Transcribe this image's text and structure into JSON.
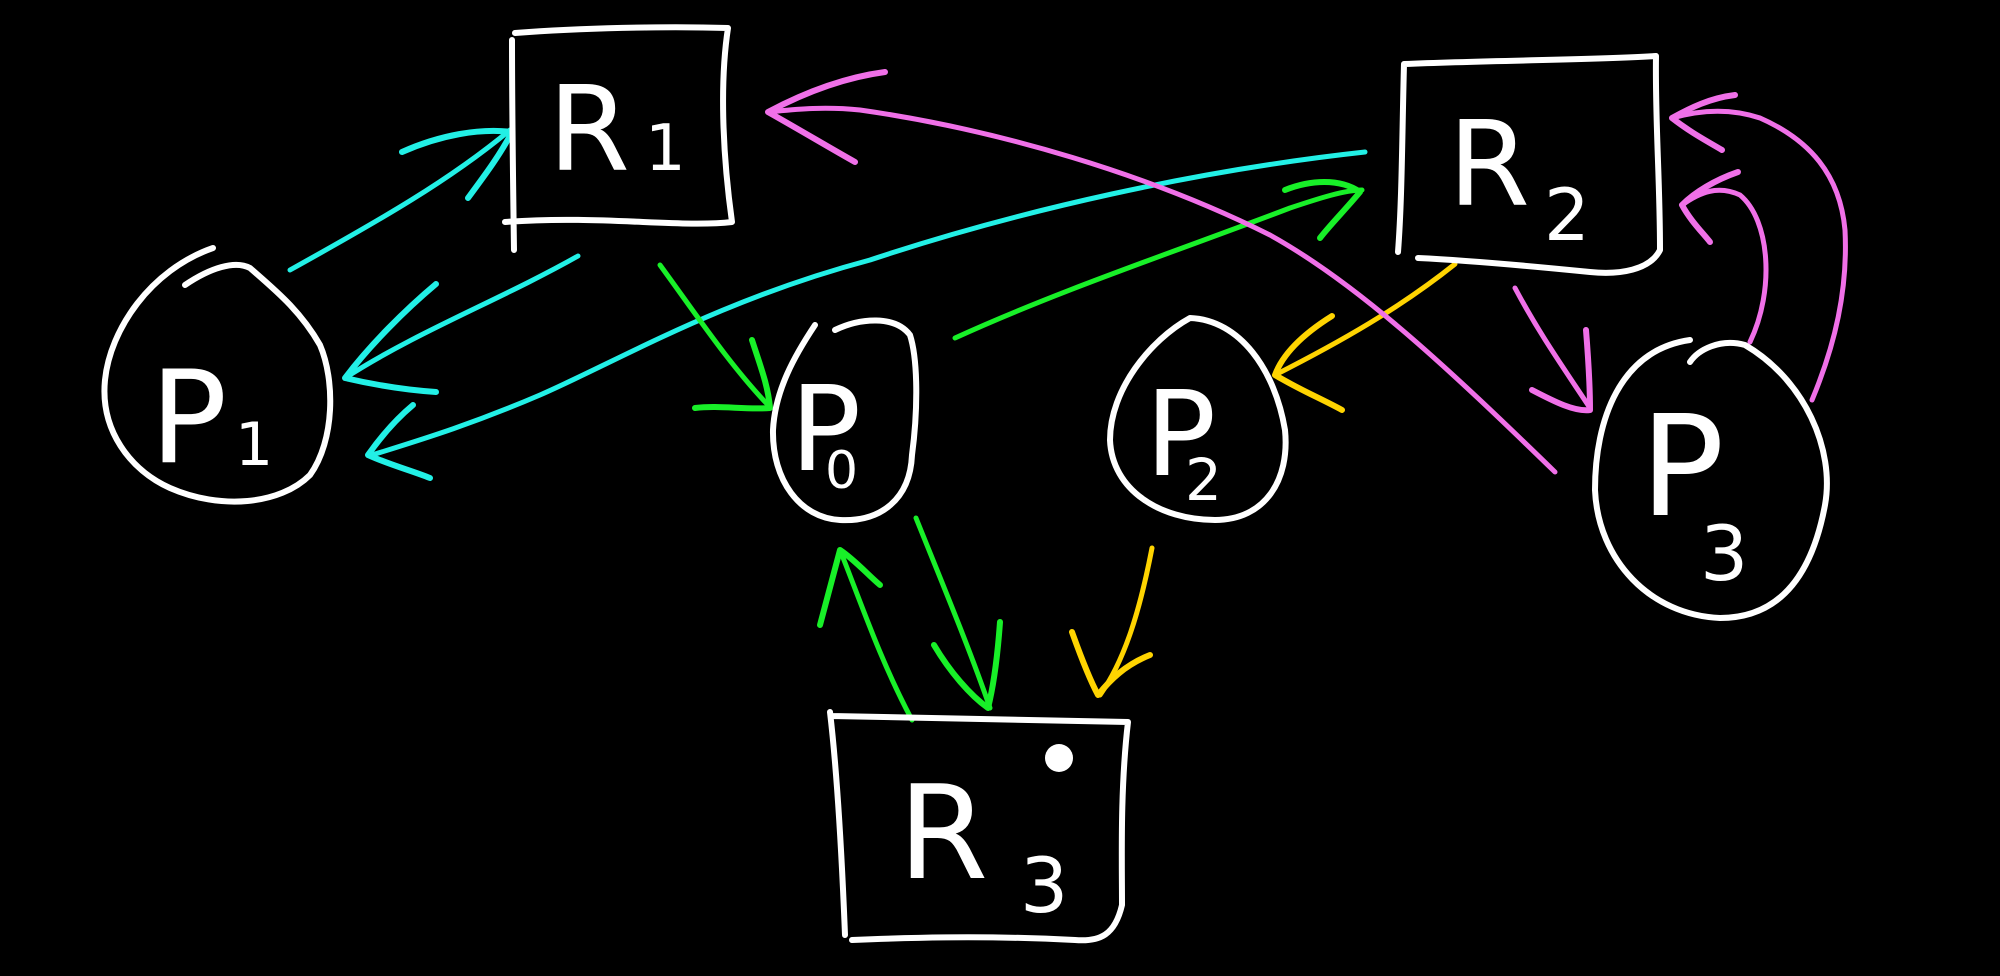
{
  "colors": {
    "background": "#000000",
    "ink": "#ffffff",
    "cyan": "#22f0e6",
    "green": "#18f028",
    "magenta": "#f070e8",
    "yellow": "#ffd400"
  },
  "nodes": {
    "R1": {
      "kind": "resource",
      "label": "R",
      "sub": "1"
    },
    "R2": {
      "kind": "resource",
      "label": "R",
      "sub": "2"
    },
    "R3": {
      "kind": "resource",
      "label": "R",
      "sub": "3",
      "instances": 1
    },
    "P0": {
      "kind": "process",
      "label": "P",
      "sub": "0"
    },
    "P1": {
      "kind": "process",
      "label": "P",
      "sub": "1"
    },
    "P2": {
      "kind": "process",
      "label": "P",
      "sub": "2"
    },
    "P3": {
      "kind": "process",
      "label": "P",
      "sub": "3"
    }
  },
  "edges": [
    {
      "id": "p1-r1",
      "from": "P1",
      "to": "R1",
      "color": "cyan"
    },
    {
      "id": "r1-p1",
      "from": "R1",
      "to": "P1",
      "color": "cyan"
    },
    {
      "id": "r2-p1",
      "from": "R2",
      "to": "P1",
      "color": "cyan"
    },
    {
      "id": "r1-p0",
      "from": "R1",
      "to": "P0",
      "color": "green"
    },
    {
      "id": "p0-r2",
      "from": "P0",
      "to": "R2",
      "color": "green"
    },
    {
      "id": "p0-r3",
      "from": "P0",
      "to": "R3",
      "color": "green"
    },
    {
      "id": "r3-p0",
      "from": "R3",
      "to": "P0",
      "color": "green"
    },
    {
      "id": "r2-p2",
      "from": "R2",
      "to": "P2",
      "color": "yellow"
    },
    {
      "id": "p2-r3",
      "from": "P2",
      "to": "R3",
      "color": "yellow"
    },
    {
      "id": "p3-r1",
      "from": "P3",
      "to": "R1",
      "color": "magenta"
    },
    {
      "id": "r2-p3",
      "from": "R2",
      "to": "P3",
      "color": "magenta"
    },
    {
      "id": "p3-r2-a",
      "from": "P3",
      "to": "R2",
      "color": "magenta"
    },
    {
      "id": "p3-r2-b",
      "from": "P3",
      "to": "R2",
      "color": "magenta"
    }
  ]
}
